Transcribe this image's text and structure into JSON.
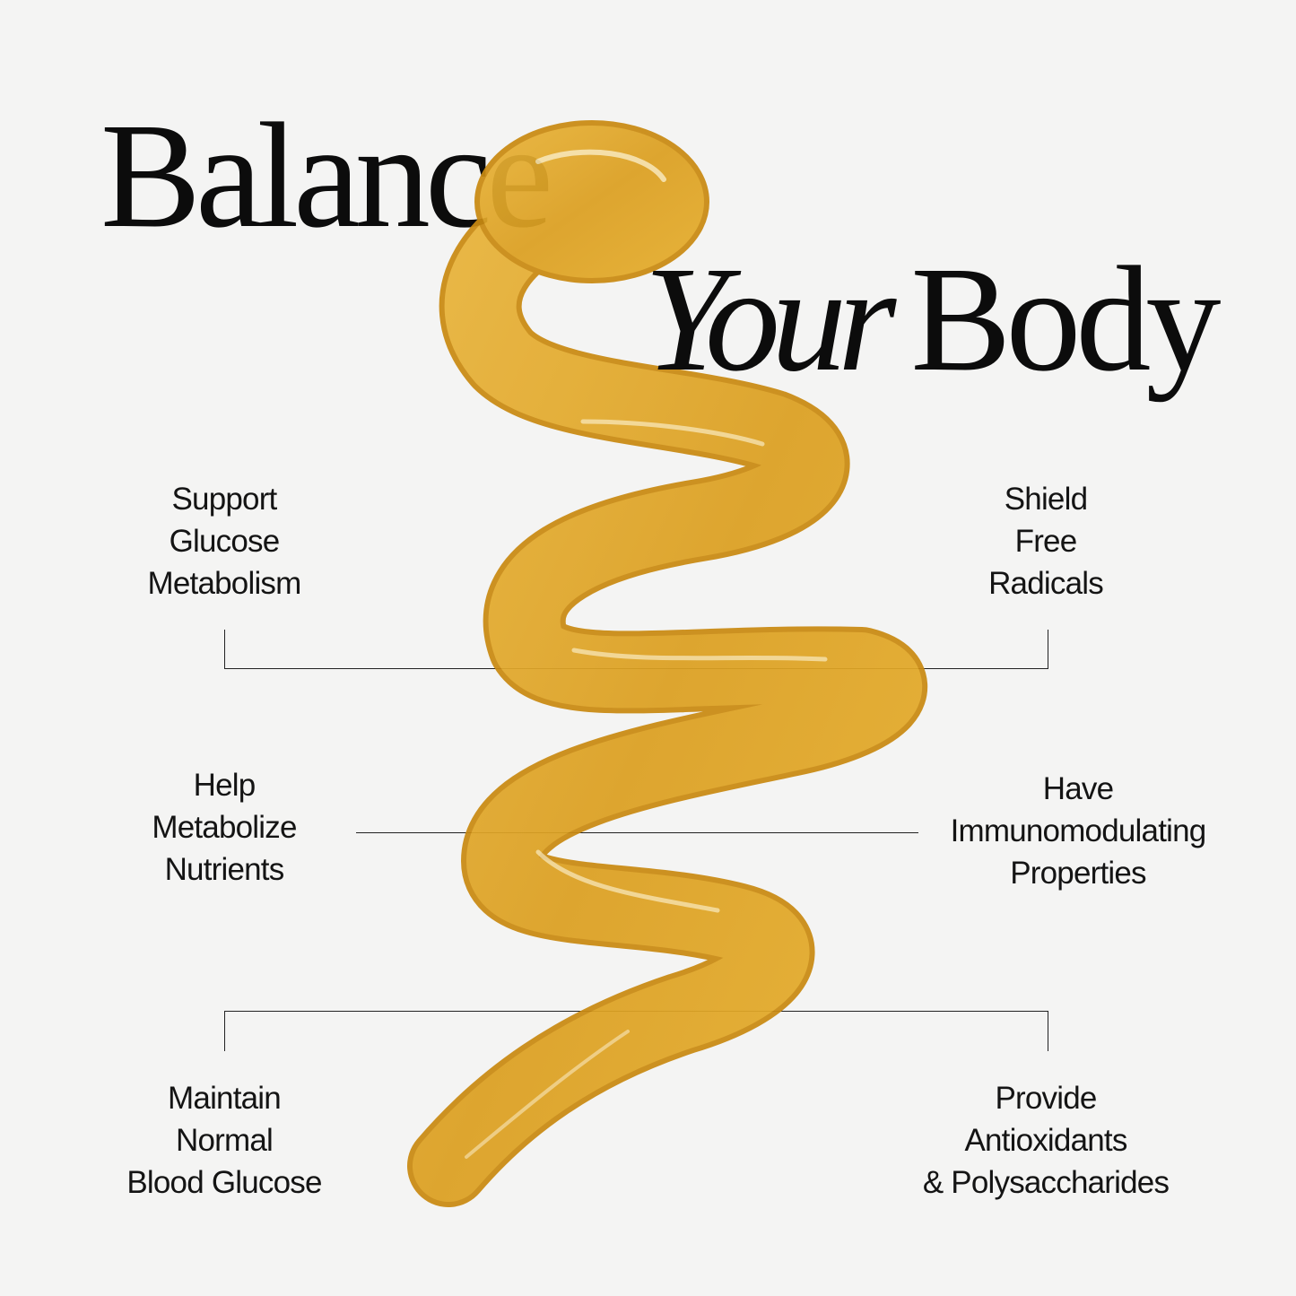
{
  "title": {
    "line1": "Balance",
    "line2_italic": "Your",
    "line2": "Body"
  },
  "benefits": {
    "top_left": [
      "Support",
      "Glucose",
      "Metabolism"
    ],
    "top_right": [
      "Shield",
      "Free",
      "Radicals"
    ],
    "mid_left": [
      "Help",
      "Metabolize",
      "Nutrients"
    ],
    "mid_right": [
      "Have",
      "Immunomodulating",
      "Properties"
    ],
    "bottom_left": [
      "Maintain",
      "Normal",
      "Blood Glucose"
    ],
    "bottom_right": [
      "Provide",
      "Antioxidants",
      "& Polysaccharides"
    ]
  },
  "colors": {
    "background": "#f4f4f3",
    "honey": "#e0a520",
    "honey_dark": "#b97a0c",
    "text": "#141414"
  }
}
